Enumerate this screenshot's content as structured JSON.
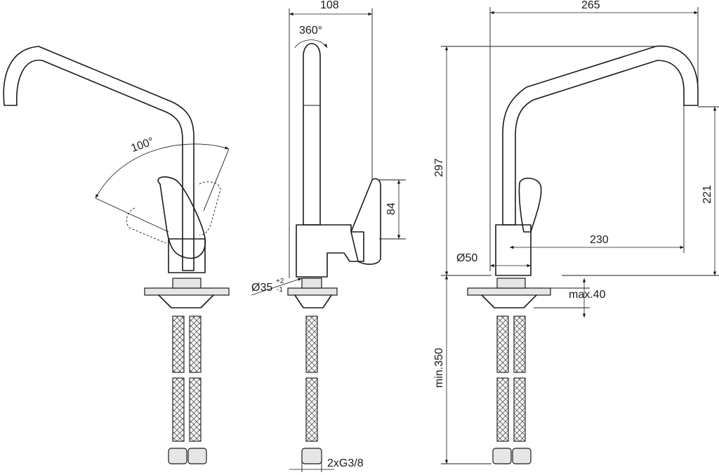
{
  "labels": {
    "angle_handle": "100°",
    "rotation": "360°",
    "side_width": "108",
    "handle_height": "84",
    "base_diameter": "Ø35",
    "tol_plus": "+2",
    "tol_minus": "-1",
    "thread": "2xG3/8",
    "total_width": "265",
    "total_height": "297",
    "spout_height": "221",
    "spout_reach": "230",
    "body_diameter": "Ø50",
    "deck_thickness": "max.40",
    "hose_length": "min.350"
  }
}
